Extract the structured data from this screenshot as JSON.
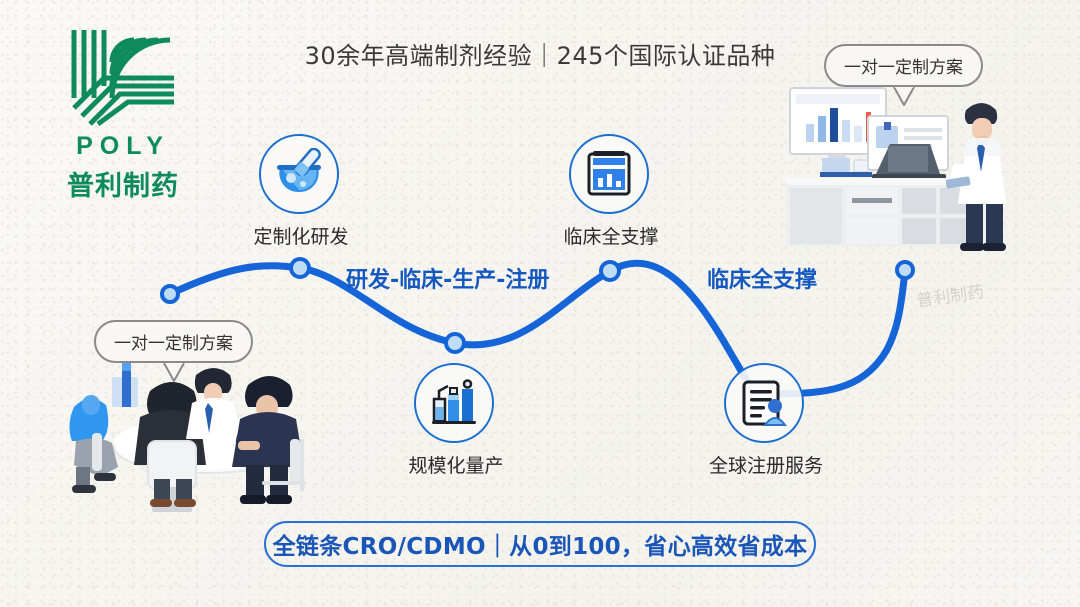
{
  "brand": {
    "wordmark": "POLY",
    "chinese_name": "普利制药",
    "logo_color": "#0e8a5f",
    "logo_icon": "poly-striped-l-logo"
  },
  "headline": "30余年高端制剂经验｜245个国际认证品种",
  "accent_color": "#1b6fd0",
  "bubbles": [
    {
      "id": "left",
      "text": "一对一定制方案"
    },
    {
      "id": "right",
      "text": "一对一定制方案"
    }
  ],
  "curve_labels": [
    {
      "text": "研发-临床-生产-注册"
    },
    {
      "text": "临床全支撑"
    }
  ],
  "nodes": [
    {
      "id": "rd",
      "label": "定制化研发",
      "icon": "mortar-pestle-icon"
    },
    {
      "id": "clin",
      "label": "临床全支撑",
      "icon": "clipboard-chart-icon"
    },
    {
      "id": "prod",
      "label": "规模化量产",
      "icon": "production-tanks-icon"
    },
    {
      "id": "reg",
      "label": "全球注册服务",
      "icon": "document-person-icon"
    }
  ],
  "banner": {
    "text": "全链条CRO/CDMO｜从0到100，省心高效省成本"
  },
  "illustrations": [
    {
      "id": "lab",
      "name": "scientist-at-workstation-illustration"
    },
    {
      "id": "meeting",
      "name": "team-meeting-table-illustration"
    }
  ],
  "watermark": "普利制药"
}
